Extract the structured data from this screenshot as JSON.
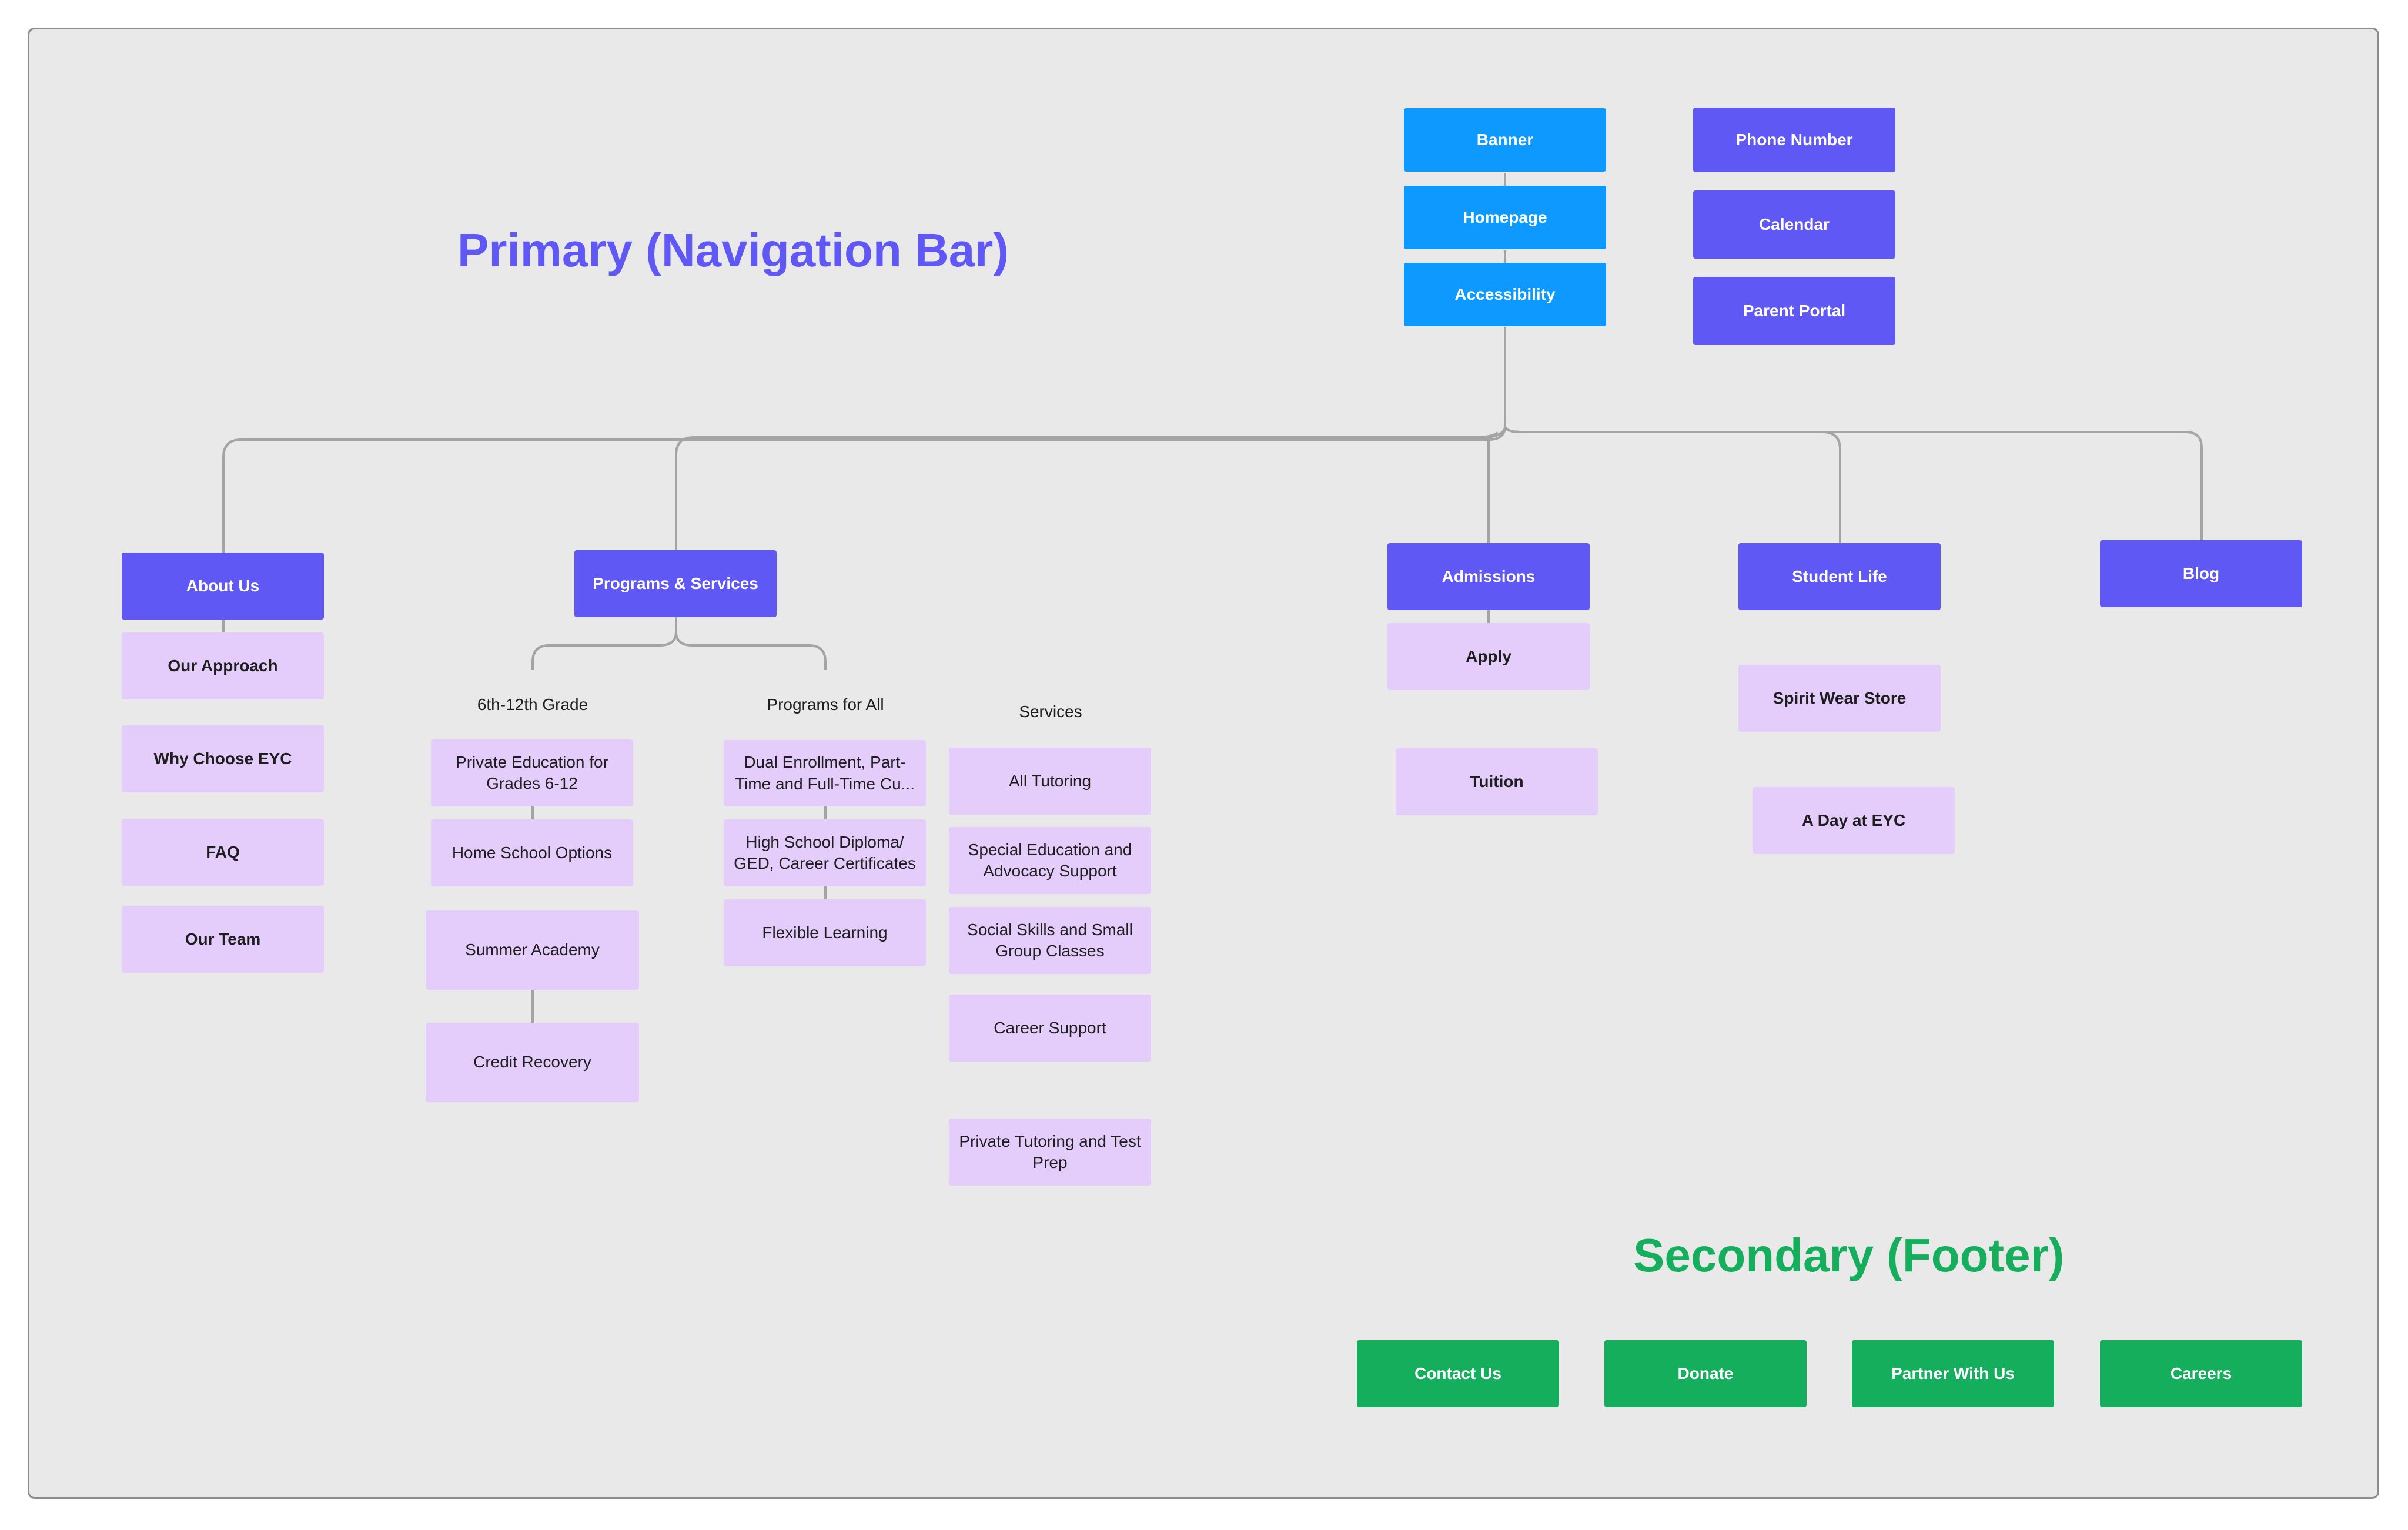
{
  "titles": {
    "primary": "Primary (Navigation Bar)",
    "secondary": "Secondary (Footer)"
  },
  "colors": {
    "primary_title": "#5f58f5",
    "secondary_title": "#14ae5c",
    "banner_blue": "#0d99ff",
    "nav_purple": "#5f58f5",
    "subpage_lilac": "#e5cdfb",
    "footer_green": "#14ae5c",
    "canvas": "#e9e9e9"
  },
  "header_stack": [
    "Banner",
    "Homepage",
    "Accessibility"
  ],
  "utility_links": [
    "Phone Number",
    "Calendar",
    "Parent Portal"
  ],
  "nav": {
    "about": {
      "label": "About Us",
      "children": [
        "Our Approach",
        "Why Choose EYC",
        "FAQ",
        "Our Team"
      ]
    },
    "programs": {
      "label": "Programs & Services",
      "groups": {
        "grades": {
          "label": "6th-12th Grade",
          "items": [
            "Private Education for Grades 6-12",
            "Home School Options",
            "Summer Academy",
            "Credit Recovery"
          ]
        },
        "all": {
          "label": "Programs for All",
          "items": [
            "Dual Enrollment, Part-Time and Full-Time Cu...",
            "High School Diploma/ GED, Career Certificates",
            "Flexible Learning"
          ]
        },
        "services": {
          "label": "Services",
          "items": [
            "All Tutoring",
            "Special Education and Advocacy Support",
            "Social Skills and Small Group Classes",
            "Career Support",
            "Private Tutoring and Test Prep"
          ]
        }
      }
    },
    "admissions": {
      "label": "Admissions",
      "children": [
        "Apply",
        "Tuition"
      ]
    },
    "student_life": {
      "label": "Student Life",
      "children": [
        "Spirit Wear Store",
        "A Day at EYC"
      ]
    },
    "blog": {
      "label": "Blog"
    }
  },
  "footer_links": [
    "Contact Us",
    "Donate",
    "Partner With Us",
    "Careers"
  ]
}
